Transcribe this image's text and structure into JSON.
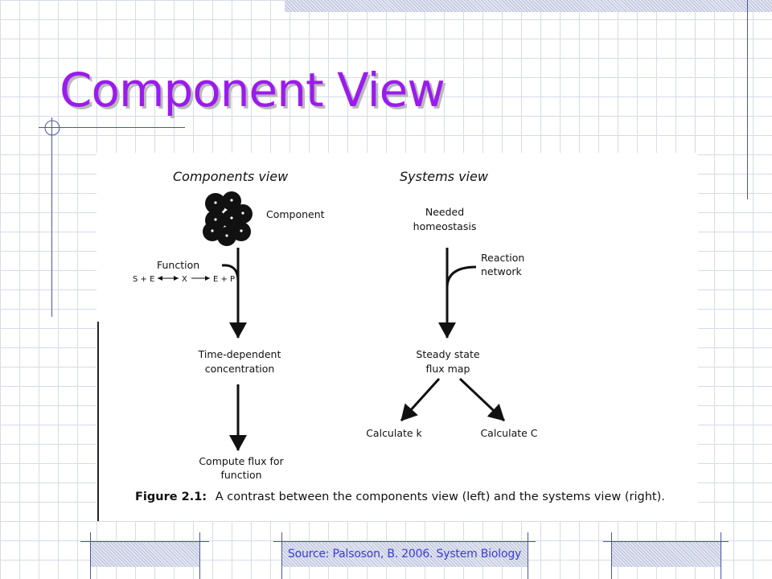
{
  "slide": {
    "title": "Component View",
    "title_color": "#9b1bef",
    "source": "Source: Palsoson, B. 2006. System Biology",
    "source_color": "#3a3ccf"
  },
  "figure": {
    "components_view": {
      "heading": "Components view",
      "component_label": "Component",
      "function_label": "Function",
      "reaction": {
        "left": "S + E",
        "middle": "X",
        "right": "E + P"
      },
      "middle_label": [
        "Time-dependent",
        "concentration"
      ],
      "bottom_label": [
        "Compute flux for",
        "function"
      ]
    },
    "systems_view": {
      "heading": "Systems view",
      "top_label": [
        "Needed",
        "homeostasis"
      ],
      "side_label": [
        "Reaction",
        "network"
      ],
      "middle_label": [
        "Steady state",
        "flux map"
      ],
      "left_output": "Calculate k",
      "right_output": "Calculate C"
    },
    "caption": {
      "label": "Figure 2.1:",
      "text": "A contrast between the components view (left) and the systems view (right)."
    }
  }
}
